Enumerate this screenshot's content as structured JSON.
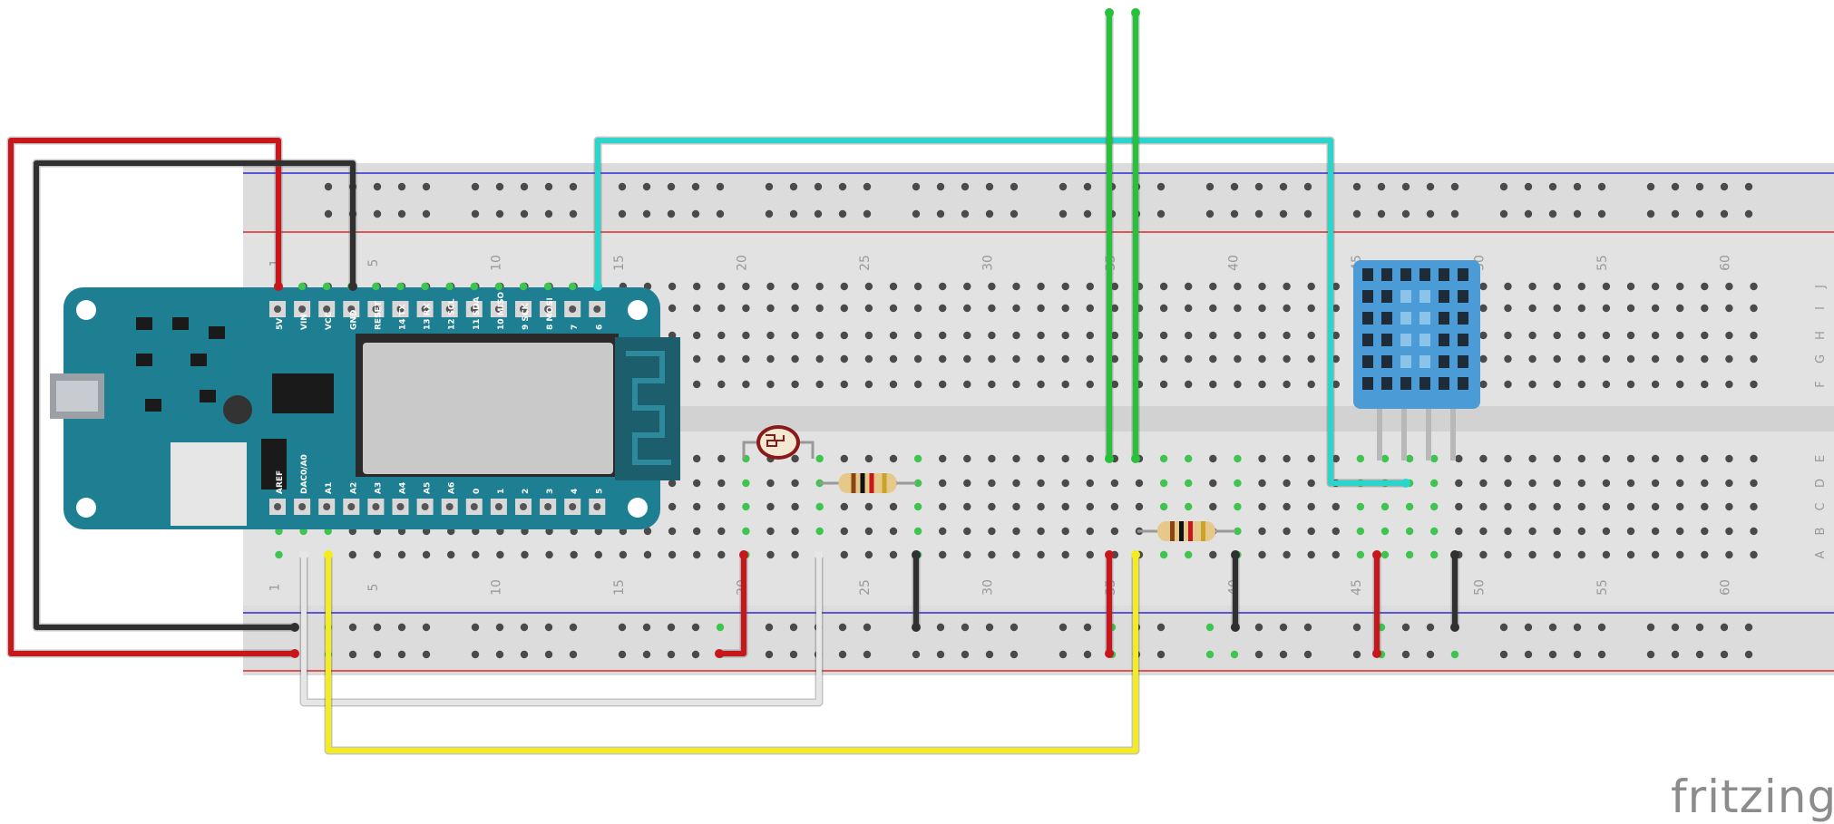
{
  "diagram": {
    "brand": "fritzing",
    "breadboard": {
      "column_numbers": [
        "1",
        "5",
        "10",
        "15",
        "20",
        "25",
        "30",
        "35",
        "40",
        "45",
        "50",
        "55",
        "60"
      ],
      "row_letters": [
        "A",
        "B",
        "C",
        "D",
        "E",
        "F",
        "G",
        "H",
        "I",
        "J"
      ]
    },
    "board": {
      "top_pin_labels": [
        "5V",
        "VIN",
        "VCC",
        "GND",
        "RESET",
        "14 TX",
        "13 RX",
        "12 SCL",
        "11 SDA",
        "10 MISO",
        "9 SCK",
        "8 MOSI",
        "7",
        "6"
      ],
      "bottom_pin_labels": [
        "AREF",
        "DAC0/A0",
        "A1",
        "A2",
        "A3",
        "A4",
        "A5",
        "A6",
        "0",
        "1",
        "2",
        "3",
        "4",
        "5"
      ]
    },
    "components": [
      "arduino-mkr-board",
      "photoresistor",
      "resistor",
      "resistor",
      "dht11-sensor"
    ],
    "wire_colors": {
      "red": "#c8161d",
      "black": "#303030",
      "cyan": "#2ad6cc",
      "green": "#25c23a",
      "white": "#e6e6e6",
      "yellow": "#f4ec1c",
      "gray": "#9a9a9a"
    },
    "board_color": "#1f7f92",
    "sensor_color": "#4a9bd6"
  }
}
